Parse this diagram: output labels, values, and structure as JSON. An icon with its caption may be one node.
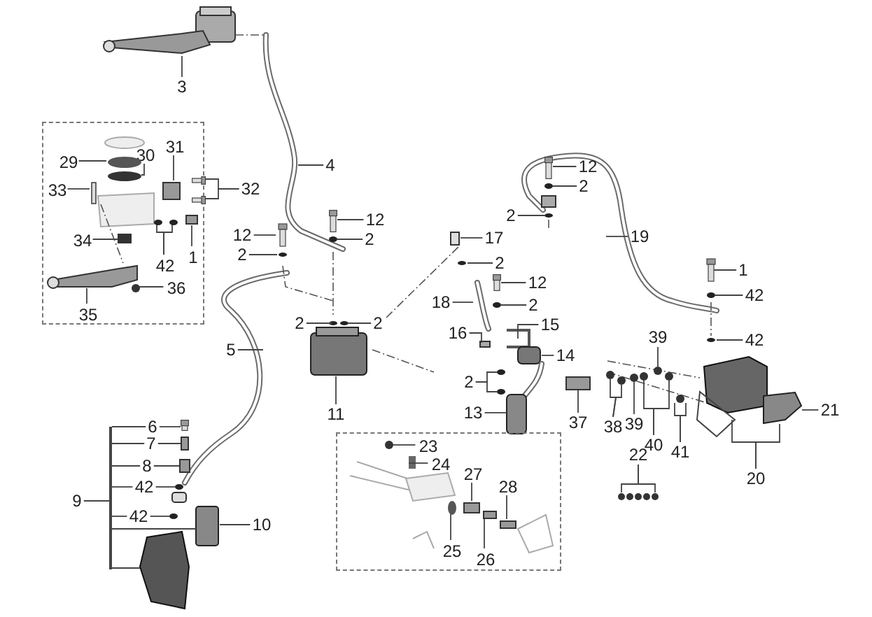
{
  "diagram": {
    "nodes": [
      {
        "text": [
          "3"
        ]
      },
      {
        "text": [],
        "shape": "box"
      },
      {
        "text": [
          "29"
        ],
        "in": 1
      },
      {
        "text": [
          "30"
        ],
        "in": 1
      },
      {
        "text": [
          "31"
        ],
        "in": 1
      },
      {
        "text": [
          "32"
        ]
      },
      {
        "text": [
          "33"
        ],
        "in": 1
      },
      {
        "text": [
          "4"
        ]
      },
      {
        "text": [
          "12"
        ]
      },
      {
        "text": [
          "12"
        ]
      },
      {
        "text": [
          "34"
        ],
        "in": 1
      },
      {
        "text": [
          "2"
        ]
      },
      {
        "text": [
          "2"
        ]
      },
      {
        "text": [
          "42"
        ],
        "in": 1
      },
      {
        "text": [
          "1"
        ],
        "in": 1
      },
      {
        "text": [
          "36"
        ],
        "in": 1
      },
      {
        "text": [
          "35"
        ],
        "in": 1
      },
      {
        "text": [
          "12"
        ]
      },
      {
        "text": [
          "2"
        ]
      },
      {
        "text": [
          "2"
        ]
      },
      {
        "text": [
          "19"
        ]
      },
      {
        "text": [
          "17"
        ]
      },
      {
        "text": [
          "2"
        ]
      },
      {
        "text": [
          "1"
        ]
      },
      {
        "text": [
          "12"
        ]
      },
      {
        "text": [
          "42"
        ]
      },
      {
        "text": [
          "18"
        ]
      },
      {
        "text": [
          "2"
        ]
      },
      {
        "text": [
          "2"
        ]
      },
      {
        "text": [
          "2"
        ]
      },
      {
        "text": [
          "15"
        ]
      },
      {
        "text": [
          "16"
        ]
      },
      {
        "text": [
          "42"
        ]
      },
      {
        "text": [
          "39"
        ]
      },
      {
        "text": [
          "5"
        ]
      },
      {
        "text": [
          "14"
        ]
      },
      {
        "text": [
          "2"
        ]
      },
      {
        "text": [
          "11"
        ]
      },
      {
        "text": [
          "21"
        ]
      },
      {
        "text": [
          "13"
        ]
      },
      {
        "text": [
          "37"
        ]
      },
      {
        "text": [
          "38"
        ]
      },
      {
        "text": [
          "39"
        ]
      },
      {
        "text": [
          "6"
        ]
      },
      {
        "text": [],
        "shape": "box"
      },
      {
        "text": [
          "23"
        ],
        "in": 44
      },
      {
        "text": [
          "7"
        ]
      },
      {
        "text": [
          "40"
        ]
      },
      {
        "text": [
          "41"
        ]
      },
      {
        "text": [
          "22"
        ]
      },
      {
        "text": [
          "24"
        ],
        "in": 44
      },
      {
        "text": [
          "8"
        ]
      },
      {
        "text": [
          "27"
        ],
        "in": 44
      },
      {
        "text": [
          "20"
        ]
      },
      {
        "text": [
          "28"
        ],
        "in": 44
      },
      {
        "text": [
          "42"
        ]
      },
      {
        "text": [
          "9"
        ]
      },
      {
        "text": [
          "42"
        ]
      },
      {
        "text": [
          "10"
        ]
      },
      {
        "text": [
          "25"
        ],
        "in": 44
      },
      {
        "text": [
          "26"
        ],
        "in": 44
      },
      {
        "text": [],
        "shape": "bar"
      },
      {
        "text": [],
        "shape": "picture",
        "in": 1
      },
      {
        "text": [],
        "shape": "picture",
        "in": 1
      },
      {
        "text": [],
        "shape": "ring",
        "in": 1
      },
      {
        "text": [],
        "shape": "block",
        "in": 1
      },
      {
        "text": [],
        "shape": "pin",
        "in": 1
      },
      {
        "text": [],
        "shape": "bolt"
      },
      {
        "text": [],
        "shape": "washer",
        "in": 1
      },
      {
        "text": [],
        "shape": "washer",
        "in": 1
      },
      {
        "text": [],
        "shape": "nut",
        "in": 1
      },
      {
        "text": [],
        "shape": "bolt"
      },
      {
        "text": [],
        "shape": "bolt"
      },
      {
        "text": [],
        "shape": "washer"
      },
      {
        "text": [],
        "shape": "hose"
      },
      {
        "text": [],
        "shape": "washer"
      },
      {
        "text": [],
        "shape": "washer"
      },
      {
        "text": [],
        "shape": "block"
      },
      {
        "text": [],
        "shape": "bolt"
      },
      {
        "text": [],
        "shape": "nut"
      },
      {
        "text": [],
        "shape": "nut"
      },
      {
        "text": [],
        "shape": "block"
      },
      {
        "text": [],
        "shape": "washer"
      },
      {
        "text": [],
        "shape": "washer"
      },
      {
        "text": [],
        "shape": "ring",
        "in": 44
      },
      {
        "text": [],
        "shape": "block",
        "in": 44
      },
      {
        "text": [],
        "shape": "washer"
      },
      {
        "text": [],
        "shape": "washer"
      },
      {
        "text": [],
        "shape": "washer"
      },
      {
        "text": [],
        "shape": "nut"
      },
      {
        "text": [],
        "shape": "nut"
      },
      {
        "text": [],
        "shape": "nut"
      },
      {
        "text": [],
        "shape": "nut"
      },
      {
        "text": [],
        "shape": "block"
      },
      {
        "text": [],
        "shape": "nut"
      },
      {
        "text": [],
        "shape": "block",
        "in": 44
      },
      {
        "text": [],
        "shape": "block",
        "in": 44
      },
      {
        "text": [],
        "shape": "plate"
      }
    ],
    "edges": [
      {
        "from": 0,
        "to": null,
        "arrow": "none"
      },
      {
        "from": 2,
        "to": 64,
        "arrow": "none"
      },
      {
        "from": 3,
        "to": null,
        "arrow": "none"
      },
      {
        "from": 4,
        "to": 65,
        "arrow": "none"
      },
      {
        "from": 5,
        "to": 62,
        "arrow": "none"
      },
      {
        "from": 5,
        "to": 63,
        "arrow": "none"
      },
      {
        "from": 6,
        "to": 66,
        "arrow": "none"
      },
      {
        "from": 7,
        "to": null,
        "arrow": "none"
      },
      {
        "from": 8,
        "to": 67,
        "arrow": "none"
      },
      {
        "from": 9,
        "to": null,
        "arrow": "none"
      },
      {
        "from": 10,
        "to": null,
        "arrow": "none"
      },
      {
        "from": 11,
        "to": 86,
        "arrow": "none"
      },
      {
        "from": 12,
        "to": null,
        "arrow": "none"
      },
      {
        "from": 13,
        "to": 68,
        "arrow": "none"
      },
      {
        "from": 13,
        "to": 69,
        "arrow": "none"
      },
      {
        "from": 14,
        "to": null,
        "arrow": "none"
      },
      {
        "from": 15,
        "to": 70,
        "arrow": "none"
      },
      {
        "from": 16,
        "to": null,
        "arrow": "none"
      },
      {
        "from": 17,
        "to": 71,
        "arrow": "none"
      },
      {
        "from": 18,
        "to": 87,
        "arrow": "none"
      },
      {
        "from": 19,
        "to": null,
        "arrow": "none"
      },
      {
        "from": 20,
        "to": null,
        "arrow": "none"
      },
      {
        "from": 21,
        "to": null,
        "arrow": "none"
      },
      {
        "from": 22,
        "to": null,
        "arrow": "none"
      },
      {
        "from": 23,
        "to": null,
        "arrow": "none"
      },
      {
        "from": 24,
        "to": 72,
        "arrow": "none"
      },
      {
        "from": 25,
        "to": 73,
        "arrow": "none"
      },
      {
        "from": 26,
        "to": 74,
        "arrow": "none"
      },
      {
        "from": 27,
        "to": 88,
        "arrow": "none"
      },
      {
        "from": 28,
        "to": null,
        "arrow": "none"
      },
      {
        "from": 29,
        "to": null,
        "arrow": "none"
      },
      {
        "from": 30,
        "to": null,
        "arrow": "none"
      },
      {
        "from": 31,
        "to": null,
        "arrow": "none"
      },
      {
        "from": 32,
        "to": null,
        "arrow": "none"
      },
      {
        "from": 33,
        "to": 89,
        "arrow": "none"
      },
      {
        "from": 34,
        "to": null,
        "arrow": "none"
      },
      {
        "from": 35,
        "to": null,
        "arrow": "none"
      },
      {
        "from": 36,
        "to": 75,
        "arrow": "none"
      },
      {
        "from": 36,
        "to": 76,
        "arrow": "none"
      },
      {
        "from": 37,
        "to": null,
        "arrow": "none"
      },
      {
        "from": 38,
        "to": 97,
        "arrow": "none"
      },
      {
        "from": 39,
        "to": null,
        "arrow": "none"
      },
      {
        "from": 40,
        "to": 77,
        "arrow": "none"
      },
      {
        "from": 41,
        "to": 90,
        "arrow": "none"
      },
      {
        "from": 41,
        "to": 91,
        "arrow": "none"
      },
      {
        "from": 42,
        "to": 92,
        "arrow": "none"
      },
      {
        "from": 43,
        "to": 78,
        "arrow": "none"
      },
      {
        "from": 45,
        "to": null,
        "arrow": "none"
      },
      {
        "from": 46,
        "to": 93,
        "arrow": "none"
      },
      {
        "from": 47,
        "to": 79,
        "arrow": "none"
      },
      {
        "from": 47,
        "to": 80,
        "arrow": "none"
      },
      {
        "from": 48,
        "to": 94,
        "arrow": "none"
      },
      {
        "from": 48,
        "to": 94,
        "arrow": "none"
      },
      {
        "from": 49,
        "to": null,
        "arrow": "none"
      },
      {
        "from": 49,
        "to": null,
        "arrow": "none"
      },
      {
        "from": 50,
        "to": null,
        "arrow": "none"
      },
      {
        "from": 51,
        "to": 81,
        "arrow": "none"
      },
      {
        "from": 52,
        "to": 95,
        "arrow": "none"
      },
      {
        "from": 53,
        "to": null,
        "arrow": "none"
      },
      {
        "from": 53,
        "to": 97,
        "arrow": "none"
      },
      {
        "from": 54,
        "to": 96,
        "arrow": "none"
      },
      {
        "from": 55,
        "to": 82,
        "arrow": "none"
      },
      {
        "from": 56,
        "to": 61,
        "arrow": "none"
      },
      {
        "from": 57,
        "to": 83,
        "arrow": "none"
      },
      {
        "from": 58,
        "to": null,
        "arrow": "none"
      },
      {
        "from": 59,
        "to": 84,
        "arrow": "none"
      },
      {
        "from": 60,
        "to": 85,
        "arrow": "none"
      },
      {
        "from": 61,
        "to": 43,
        "arrow": "none"
      },
      {
        "from": 61,
        "to": 46,
        "arrow": "none"
      },
      {
        "from": 61,
        "to": 51,
        "arrow": "none"
      },
      {
        "from": 61,
        "to": 55,
        "arrow": "none"
      },
      {
        "from": 61,
        "to": 57,
        "arrow": "none"
      },
      {
        "from": 61,
        "to": null,
        "arrow": "none"
      },
      {
        "from": 61,
        "to": null,
        "arrow": "none"
      }
    ]
  }
}
